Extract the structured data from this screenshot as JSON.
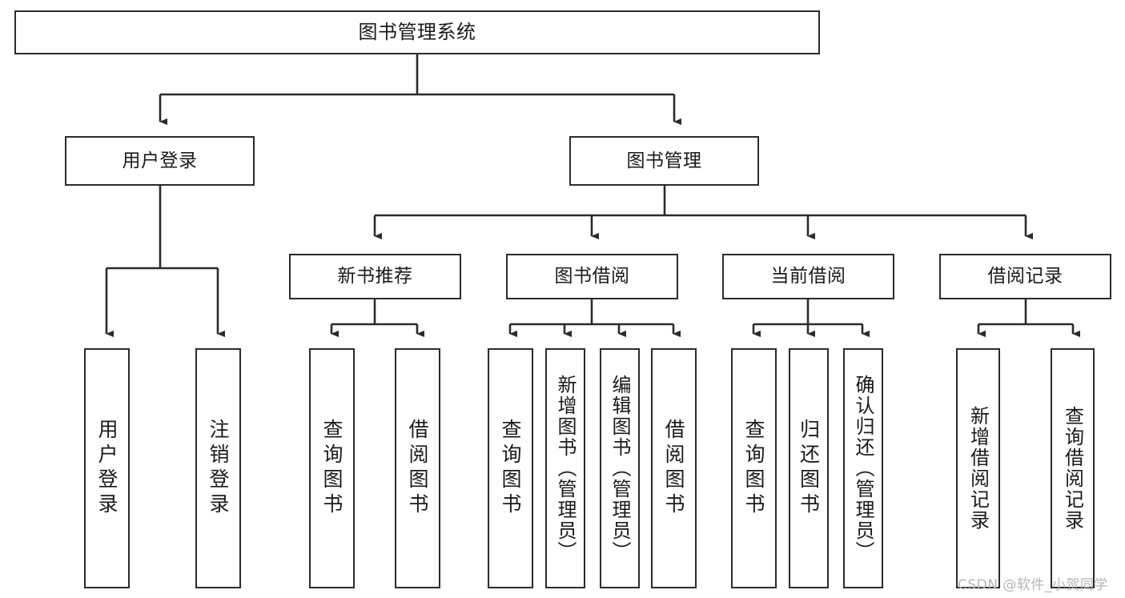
{
  "diagram": {
    "title": "图书管理系统",
    "type": "tree-hierarchy",
    "orientation": "top-down",
    "colors": {
      "background": "#ffffff",
      "node_fill": "#ffffff",
      "node_stroke": "#2b2b2b",
      "edge_stroke": "#2b2b2b",
      "text": "#1a1a1a",
      "watermark": "#b6b6b6"
    },
    "root": {
      "id": "root",
      "label": "图书管理系统"
    },
    "level2": [
      {
        "id": "user-login",
        "label": "用户登录"
      },
      {
        "id": "book-manage",
        "label": "图书管理"
      }
    ],
    "level3": [
      {
        "id": "new-book-recommend",
        "label": "新书推荐",
        "parent": "book-manage"
      },
      {
        "id": "book-borrow",
        "label": "图书借阅",
        "parent": "book-manage"
      },
      {
        "id": "current-borrow",
        "label": "当前借阅",
        "parent": "book-manage"
      },
      {
        "id": "borrow-record",
        "label": "借阅记录",
        "parent": "book-manage"
      }
    ],
    "leaves": [
      {
        "id": "leaf-user-login",
        "label": "用户登录",
        "parent": "user-login"
      },
      {
        "id": "leaf-user-logout",
        "label": "注销登录",
        "parent": "user-login"
      },
      {
        "id": "leaf-query-book-1",
        "label": "查询图书",
        "parent": "new-book-recommend"
      },
      {
        "id": "leaf-borrow-book-1",
        "label": "借阅图书",
        "parent": "new-book-recommend"
      },
      {
        "id": "leaf-query-book-2",
        "label": "查询图书",
        "parent": "book-borrow"
      },
      {
        "id": "leaf-add-book",
        "label": "新增图书（管理员）",
        "parent": "book-borrow"
      },
      {
        "id": "leaf-edit-book",
        "label": "编辑图书（管理员）",
        "parent": "book-borrow"
      },
      {
        "id": "leaf-borrow-book-2",
        "label": "借阅图书",
        "parent": "book-borrow"
      },
      {
        "id": "leaf-query-book-3",
        "label": "查询图书",
        "parent": "current-borrow"
      },
      {
        "id": "leaf-return-book",
        "label": "归还图书",
        "parent": "current-borrow"
      },
      {
        "id": "leaf-confirm-return",
        "label": "确认归还（管理员）",
        "parent": "current-borrow"
      },
      {
        "id": "leaf-add-record",
        "label": "新增借阅记录",
        "parent": "borrow-record"
      },
      {
        "id": "leaf-query-record",
        "label": "查询借阅记录",
        "parent": "borrow-record"
      }
    ],
    "watermark": "CSDN @软件_小贺同学"
  }
}
